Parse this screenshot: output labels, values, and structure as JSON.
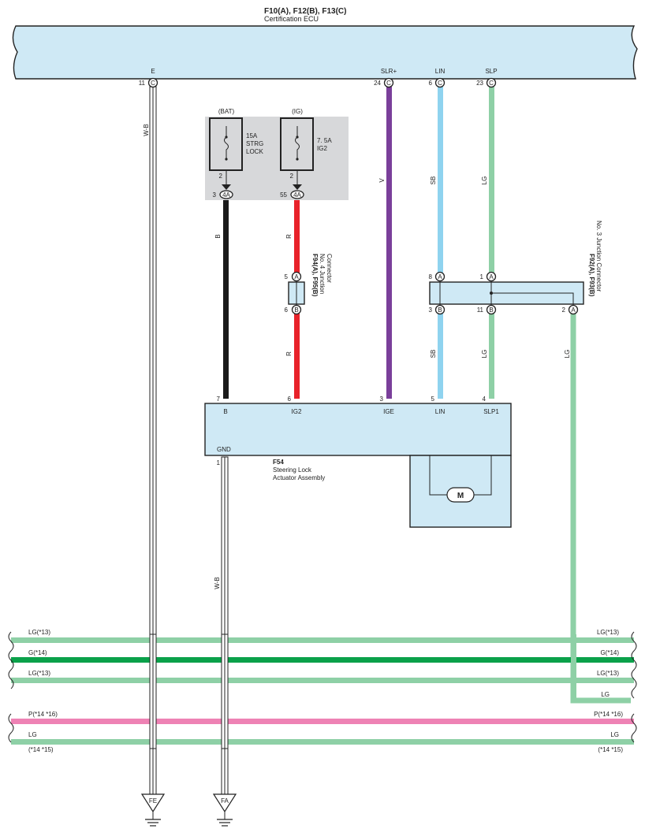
{
  "ecu": {
    "title": "F10(A), F12(B), F13(C)",
    "subtitle": "Certification ECU",
    "pins": [
      {
        "label": "E",
        "num": "11",
        "conn": "C"
      },
      {
        "label": "SLR+",
        "num": "24",
        "conn": "C"
      },
      {
        "label": "LIN",
        "num": "6",
        "conn": "C"
      },
      {
        "label": "SLP",
        "num": "23",
        "conn": "C"
      }
    ]
  },
  "fuses": [
    {
      "source": "(BAT)",
      "rating": "15A",
      "line2": "STRG",
      "line3": "LOCK",
      "pin_top": "2",
      "pin_num": "3",
      "conn": "4A"
    },
    {
      "source": "(IG)",
      "rating": "7. 5A",
      "line2": "IG2",
      "line3": "",
      "pin_top": "2",
      "pin_num": "55",
      "conn": "4A"
    }
  ],
  "junction4": {
    "title": "F94(A), F95(B)",
    "sub1": "No. 4 Junction",
    "sub2": "Connector",
    "pin_a": "5",
    "pin_b": "6",
    "a": "A",
    "b": "B"
  },
  "junction3": {
    "title": "F92(A), F93(B)",
    "sub": "No. 3 Junction Connector",
    "top_pins": [
      {
        "num": "8",
        "conn": "A"
      },
      {
        "num": "1",
        "conn": "A"
      }
    ],
    "bottom_pins": [
      {
        "num": "3",
        "conn": "B"
      },
      {
        "num": "11",
        "conn": "B"
      },
      {
        "num": "2",
        "conn": "A"
      }
    ]
  },
  "actuator": {
    "code": "F54",
    "name1": "Steering Lock",
    "name2": "Actuator Assembly",
    "pins": [
      {
        "num": "7",
        "label": "B"
      },
      {
        "num": "6",
        "label": "IG2"
      },
      {
        "num": "3",
        "label": "IGE"
      },
      {
        "num": "5",
        "label": "LIN"
      },
      {
        "num": "4",
        "label": "SLP1"
      }
    ],
    "gnd_label": "GND",
    "gnd_num": "1",
    "motor": "M"
  },
  "wire_labels": {
    "wb_left": "W-B",
    "b": "B",
    "r1": "R",
    "r2": "R",
    "v": "V",
    "sb1": "SB",
    "sb2": "SB",
    "lg1": "LG",
    "lg2": "LG",
    "lg3": "LG",
    "wb_gnd": "W-B"
  },
  "bus_labels": [
    {
      "left": "LG(*13)",
      "right": "LG(*13)"
    },
    {
      "left": "G(*14)",
      "right": "G(*14)"
    },
    {
      "left": "LG(*13)",
      "right": "LG(*13)"
    },
    {
      "left": "",
      "right": "LG"
    },
    {
      "left": "P(*14 *16)",
      "right": "P(*14 *16)"
    },
    {
      "left": "LG",
      "right": "LG"
    },
    {
      "left": "(*14 *15)",
      "right": "(*14 *15)"
    }
  ],
  "grounds": [
    {
      "label": "FE"
    },
    {
      "label": "FA"
    }
  ],
  "colors": {
    "black": "#1a1a1a",
    "red": "#e8222a",
    "violet": "#7a3f9a",
    "sky_blue": "#8fd3ef",
    "light_green": "#8ed0a6",
    "green": "#0aa14a",
    "pink": "#ee82b4",
    "box_fill": "#cfe9f5",
    "fuse_bg": "#d7d8da"
  }
}
